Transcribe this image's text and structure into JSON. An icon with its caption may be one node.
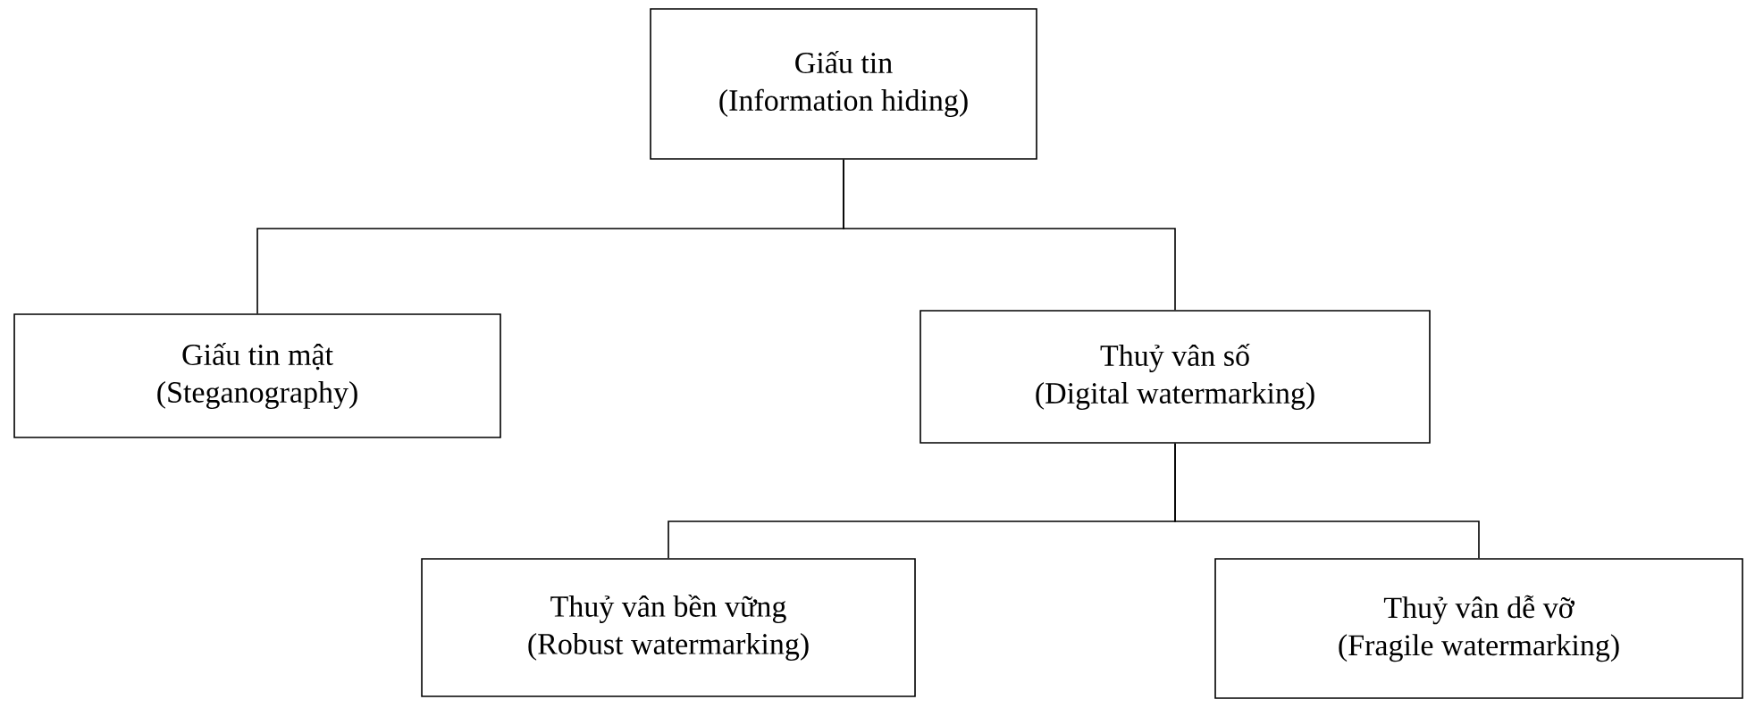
{
  "diagram": {
    "nodes": [
      {
        "text": [
          "Giấu tin",
          "(Information hiding)"
        ]
      },
      {
        "text": [
          "Giấu tin mật",
          "(Steganography)"
        ]
      },
      {
        "text": [
          "Thuỷ vân số",
          "(Digital watermarking)"
        ]
      },
      {
        "text": [
          "Thuỷ vân bền vững",
          "(Robust watermarking)"
        ]
      },
      {
        "text": [
          "Thuỷ vân dễ vỡ",
          "(Fragile watermarking)"
        ]
      }
    ],
    "edges": [
      {
        "from": 0,
        "to": 1,
        "arrow": "none"
      },
      {
        "from": 0,
        "to": 2,
        "arrow": "none"
      },
      {
        "from": 2,
        "to": 3,
        "arrow": "none"
      },
      {
        "from": 2,
        "to": 4,
        "arrow": "none"
      }
    ]
  }
}
